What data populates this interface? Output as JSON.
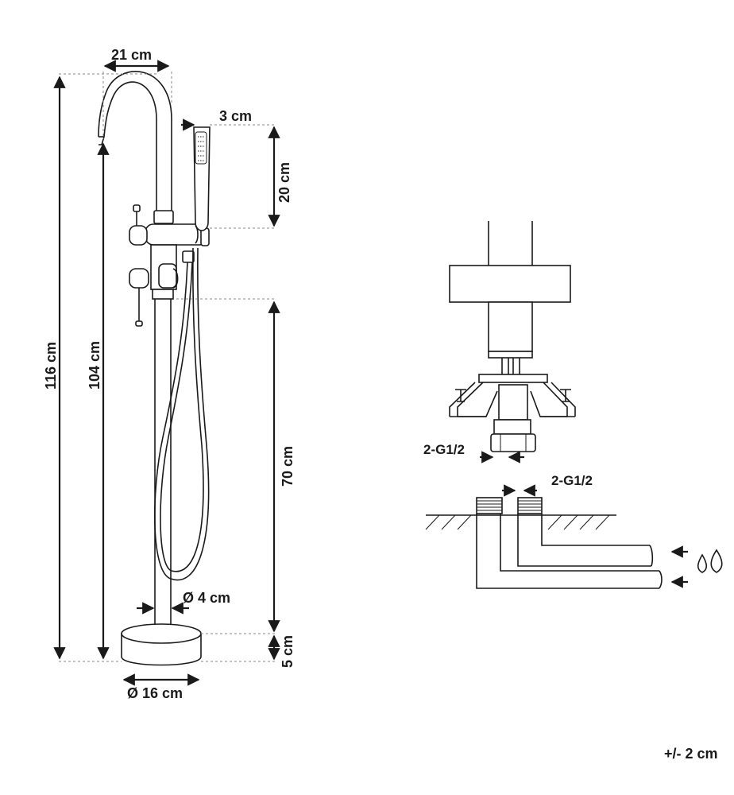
{
  "dimensions": {
    "top_width": "21 cm",
    "hand_shower_width": "3 cm",
    "hand_shower_height": "20 cm",
    "total_height": "116 cm",
    "spout_height": "104 cm",
    "column_height": "70 cm",
    "base_height": "5 cm",
    "pipe_diameter": "Ø 4 cm",
    "base_diameter": "Ø 16 cm"
  },
  "connections": {
    "upper_thread": "2-G1/2",
    "lower_thread": "2-G1/2"
  },
  "tolerance": "+/- 2 cm",
  "icons": {
    "water": "water-drops-icon"
  }
}
